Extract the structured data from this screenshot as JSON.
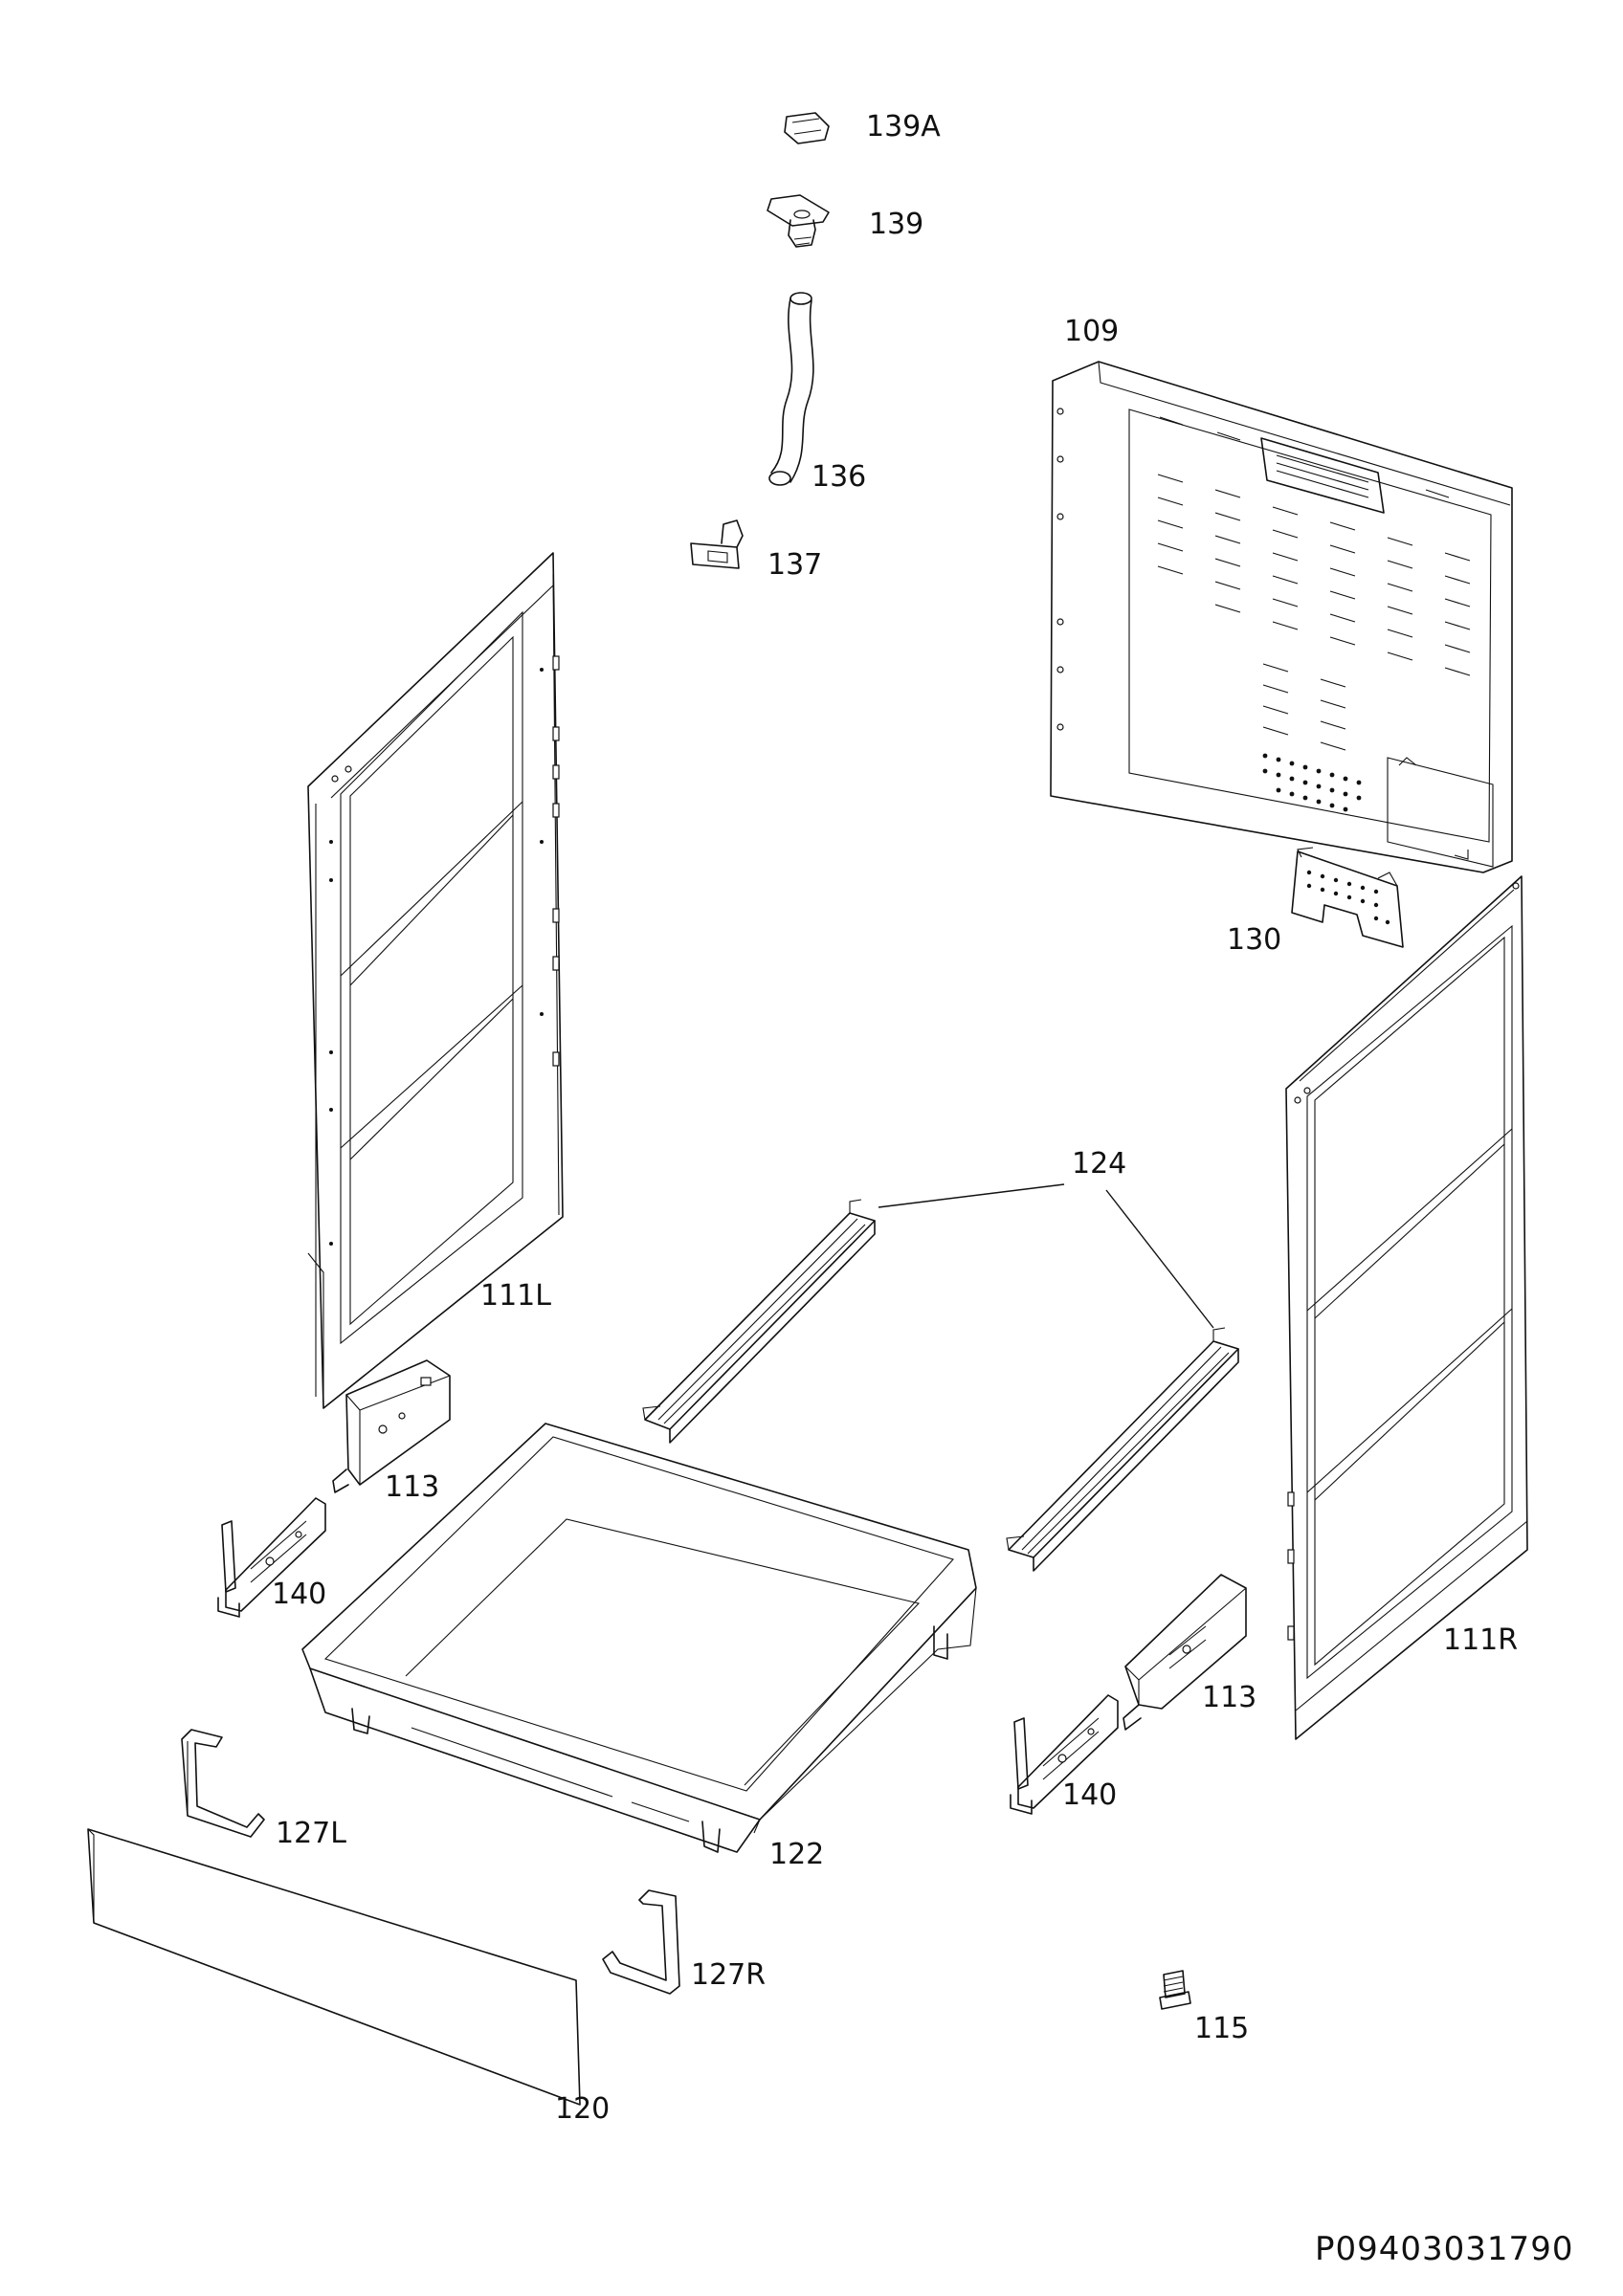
{
  "labels": {
    "p139A": "139A",
    "p139": "139",
    "p136": "136",
    "p137": "137",
    "p109": "109",
    "p130": "130",
    "p111L": "111L",
    "p111R": "111R",
    "p124": "124",
    "p113a": "113",
    "p113b": "113",
    "p140a": "140",
    "p140b": "140",
    "p122": "122",
    "p127L": "127L",
    "p127R": "127R",
    "p115": "115",
    "p120": "120"
  },
  "document_id": "P09403031790"
}
